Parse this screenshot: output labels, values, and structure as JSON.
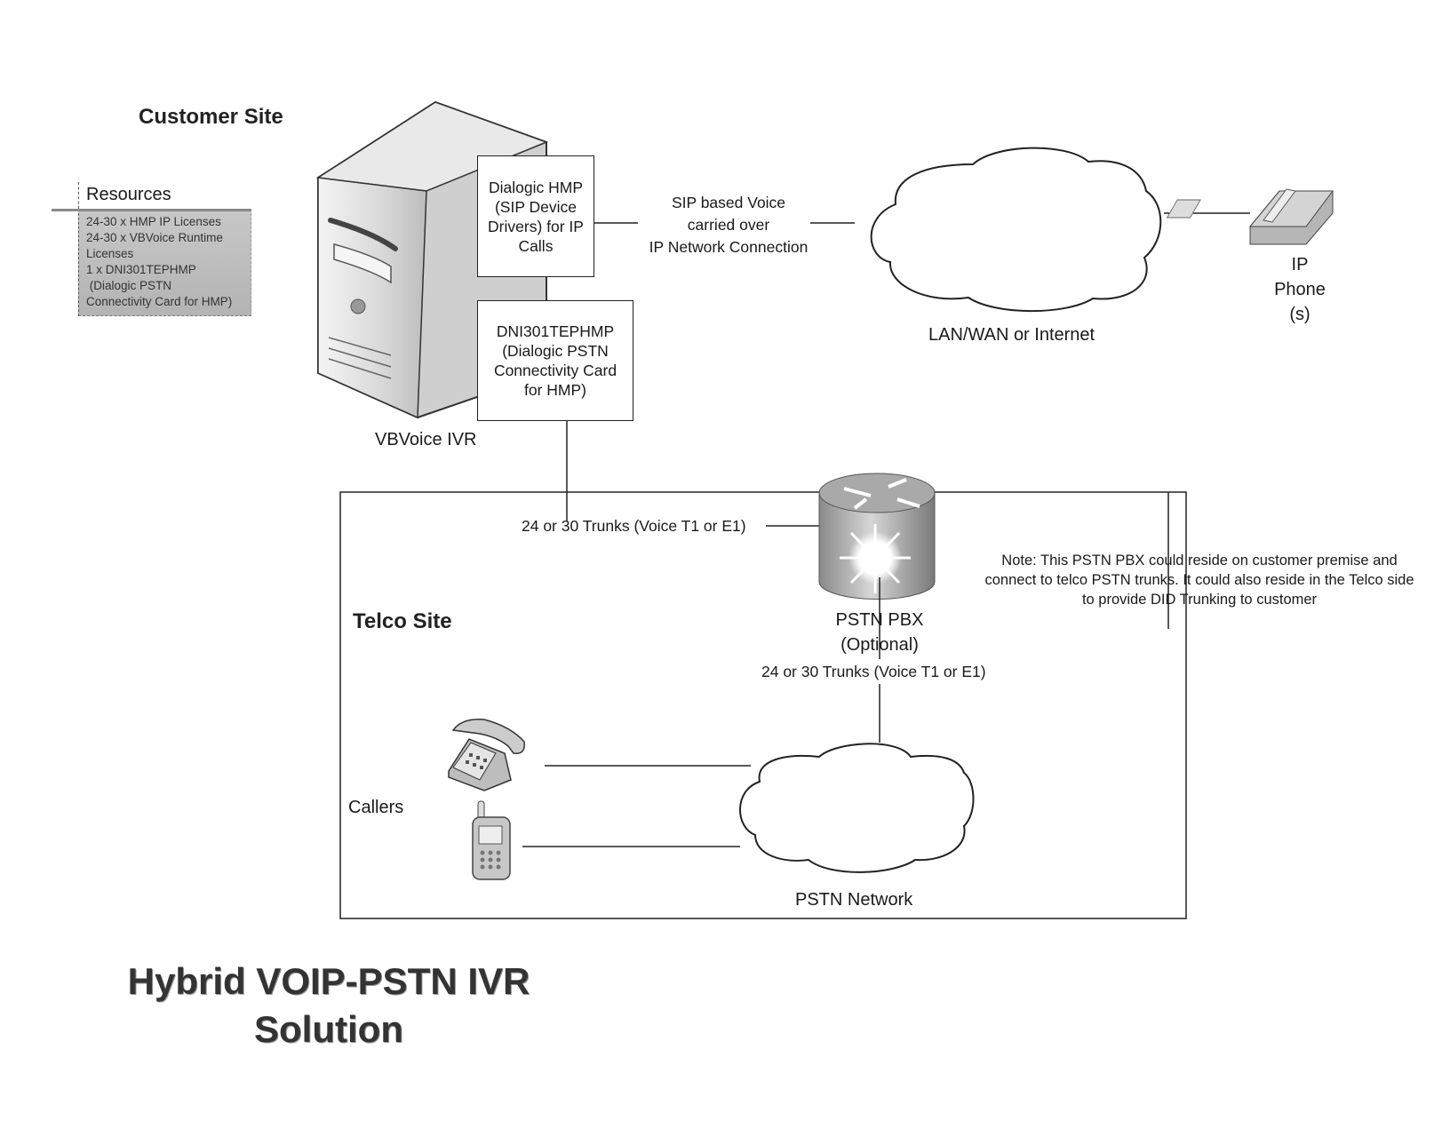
{
  "diagram": {
    "title": [
      "Hybrid VOIP-PSTN IVR",
      "Solution"
    ],
    "sections": {
      "customer_site": "Customer Site",
      "telco_site": "Telco Site"
    },
    "resources": {
      "title": "Resources",
      "lines": [
        "24-30 x HMP IP Licenses",
        "24-30 x VBVoice Runtime",
        "Licenses",
        "1 x DNI301TEPHMP",
        " (Dialogic PSTN",
        "Connectivity Card for HMP)"
      ]
    },
    "nodes": {
      "ivr_server": {
        "label": "VBVoice IVR",
        "icon": "server-tower-icon"
      },
      "hmp_box": {
        "lines": [
          "Dialogic HMP",
          "(SIP Device",
          "Drivers) for IP",
          "Calls"
        ]
      },
      "pstn_card_box": {
        "lines": [
          "DNI301TEPHMP",
          "(Dialogic PSTN",
          "Connectivity Card",
          "for HMP)"
        ]
      },
      "lan_cloud": {
        "label": "LAN/WAN or Internet",
        "icon": "cloud-icon"
      },
      "ip_phone": {
        "lines": [
          "IP",
          "Phone",
          "(s)"
        ],
        "icon": "ip-phone-icon"
      },
      "pstn_pbx": {
        "lines": [
          "PSTN PBX",
          "(Optional)"
        ],
        "icon": "router-switch-icon"
      },
      "pstn_cloud": {
        "label": "PSTN Network",
        "icon": "cloud-icon"
      },
      "callers": {
        "label": "Callers",
        "icons": [
          "desk-phone-icon",
          "mobile-phone-icon"
        ]
      }
    },
    "connections": {
      "sip_link": [
        "SIP based Voice",
        "carried over",
        "IP Network Connection"
      ],
      "trunk_upper": "24 or 30 Trunks (Voice T1 or E1)",
      "trunk_lower": "24 or 30 Trunks (Voice T1 or E1)"
    },
    "note": "Note: This PSTN PBX could reside on customer premise and connect to telco PSTN trunks. It could also reside in the Telco side to provide DID Trunking to customer"
  }
}
